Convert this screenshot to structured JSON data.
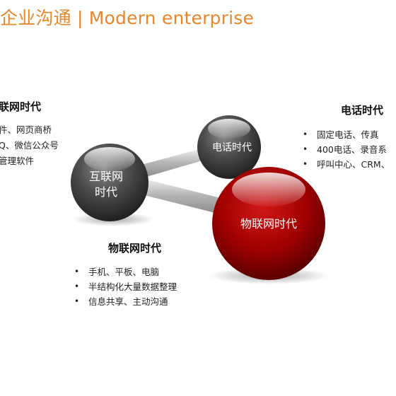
{
  "header": {
    "title": "企业沟通 | Modern enterprise"
  },
  "left_section": {
    "heading": "联网时代",
    "items": [
      "件、网页商桥",
      "Q、微信公众号",
      "管理软件"
    ]
  },
  "right_section": {
    "heading": "电话时代",
    "items": [
      "固定电话、传真",
      "400电话、录音系",
      "呼叫中心、CRM、"
    ]
  },
  "bottom_section": {
    "heading": "物联网时代",
    "items": [
      "手机、平板、电脑",
      "半结构化大量数据整理",
      "信息共享、主动沟通"
    ]
  },
  "spheres": {
    "internet": {
      "line1": "互联网",
      "line2": "时代"
    },
    "phone": {
      "label": "电话时代"
    },
    "iot": {
      "label": "物联网时代"
    }
  },
  "colors": {
    "accent": "#e8862a",
    "sphere_gray": "#4a4a4a",
    "sphere_red": "#b00000"
  }
}
